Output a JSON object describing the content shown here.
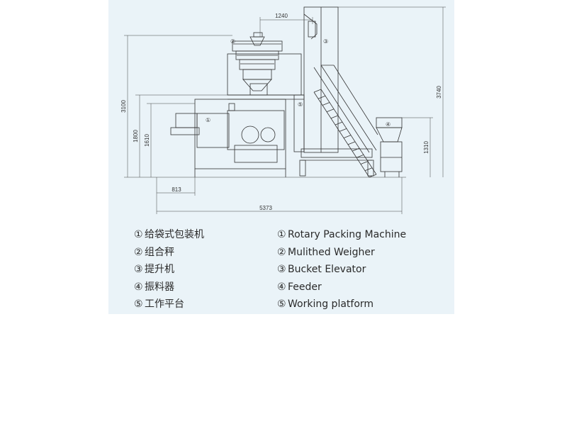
{
  "dimensions": {
    "top_width": "1240",
    "total_height": "3100",
    "platform_height": "1800",
    "machine_height": "1610",
    "elevator_height": "3740",
    "feeder_height": "1310",
    "machine_offset": "813",
    "total_length": "5373"
  },
  "callouts": [
    "①",
    "②",
    "③",
    "④",
    "⑤"
  ],
  "legend": [
    {
      "num": "①",
      "cn": "给袋式包装机",
      "en": "Rotary Packing Machine"
    },
    {
      "num": "②",
      "cn": "组合秤",
      "en": "Mulithed Weigher"
    },
    {
      "num": "③",
      "cn": "提升机",
      "en": "Bucket Elevator"
    },
    {
      "num": "④",
      "cn": "振料器",
      "en": "Feeder"
    },
    {
      "num": "⑤",
      "cn": "工作平台",
      "en": "Working platform"
    }
  ],
  "colors": {
    "background": "#eaf3f8",
    "line": "#333333",
    "text": "#2a2a2a"
  }
}
